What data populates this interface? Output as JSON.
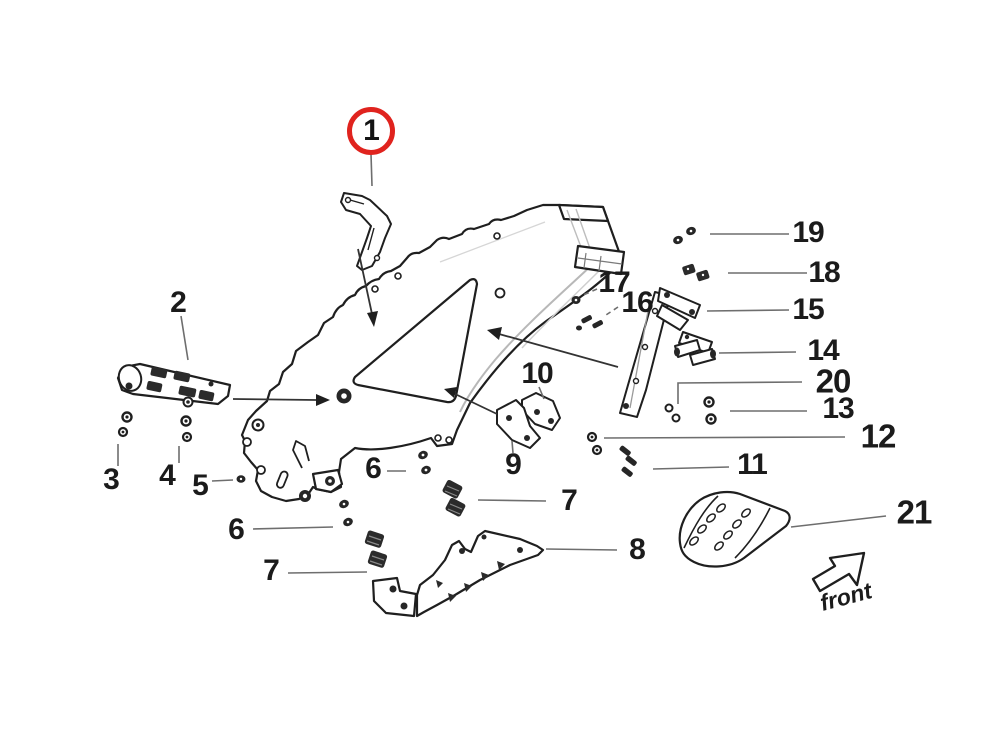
{
  "diagram": {
    "type": "exploded-parts-drawing",
    "highlighted_part": "1"
  },
  "colors": {
    "highlight_circle": "#e0231e",
    "line_art": "#1f1f1f",
    "leader_line": "#6e6e6e"
  },
  "callouts": [
    {
      "id": "1",
      "label": "1",
      "highlighted": true
    },
    {
      "id": "2",
      "label": "2"
    },
    {
      "id": "3",
      "label": "3"
    },
    {
      "id": "4",
      "label": "4"
    },
    {
      "id": "5",
      "label": "5"
    },
    {
      "id": "6-left",
      "label": "6"
    },
    {
      "id": "6-middle",
      "label": "6"
    },
    {
      "id": "7-left",
      "label": "7"
    },
    {
      "id": "7-middle",
      "label": "7"
    },
    {
      "id": "8",
      "label": "8"
    },
    {
      "id": "9",
      "label": "9"
    },
    {
      "id": "10",
      "label": "10"
    },
    {
      "id": "11",
      "label": "11"
    },
    {
      "id": "12",
      "label": "12"
    },
    {
      "id": "13",
      "label": "13"
    },
    {
      "id": "14",
      "label": "14"
    },
    {
      "id": "15",
      "label": "15"
    },
    {
      "id": "16",
      "label": "16"
    },
    {
      "id": "17",
      "label": "17"
    },
    {
      "id": "18",
      "label": "18"
    },
    {
      "id": "19",
      "label": "19"
    },
    {
      "id": "20",
      "label": "20"
    },
    {
      "id": "21",
      "label": "21"
    }
  ],
  "front_arrow": {
    "label": "front"
  }
}
